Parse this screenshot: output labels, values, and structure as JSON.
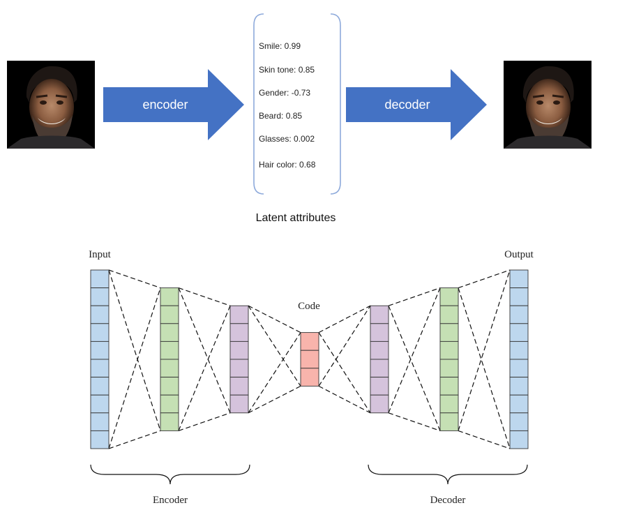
{
  "top": {
    "arrows": [
      {
        "label": "encoder"
      },
      {
        "label": "decoder"
      }
    ],
    "attributes": [
      {
        "text": "Smile: 0.99"
      },
      {
        "text": "Skin tone: 0.85"
      },
      {
        "text": "Gender: -0.73"
      },
      {
        "text": "Beard: 0.85"
      },
      {
        "text": "Glasses: 0.002"
      },
      {
        "text": "Hair color: 0.68"
      }
    ],
    "caption": "Latent attributes",
    "colors": {
      "arrow": "#4472c4",
      "bracket": "#8eaadb"
    }
  },
  "network": {
    "labels": {
      "input": "Input",
      "output": "Output",
      "code": "Code",
      "encoder": "Encoder",
      "decoder": "Decoder"
    },
    "layers": [
      {
        "name": "input",
        "units": 10,
        "color": "#bdd7ee"
      },
      {
        "name": "encoder-hidden-1",
        "units": 8,
        "color": "#c5e0b4"
      },
      {
        "name": "encoder-hidden-2",
        "units": 6,
        "color": "#d5c3dc"
      },
      {
        "name": "code",
        "units": 3,
        "color": "#f8b4ac"
      },
      {
        "name": "decoder-hidden-1",
        "units": 6,
        "color": "#d5c3dc"
      },
      {
        "name": "decoder-hidden-2",
        "units": 8,
        "color": "#c5e0b4"
      },
      {
        "name": "output",
        "units": 10,
        "color": "#bdd7ee"
      }
    ]
  }
}
